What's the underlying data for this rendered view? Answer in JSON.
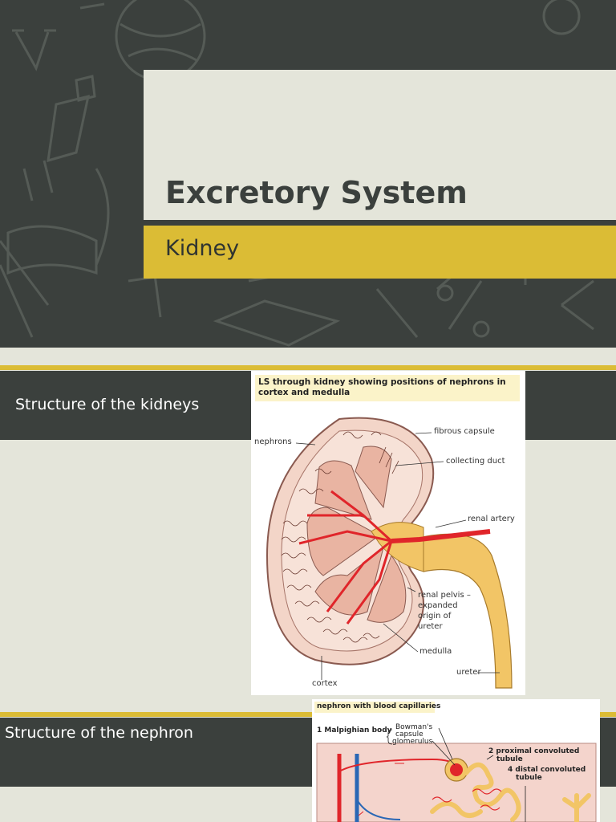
{
  "slide1": {
    "title": "Excretory System",
    "subtitle": "Kidney"
  },
  "slide2": {
    "heading": "Structure of the kidneys",
    "figure": {
      "caption": "LS through kidney showing positions of nephrons in cortex and medulla",
      "labels": {
        "nephrons": "nephrons",
        "fibrous_capsule": "fibrous capsule",
        "collecting_duct": "collecting duct",
        "renal_artery": "renal artery",
        "renal_pelvis_1": "renal pelvis –",
        "renal_pelvis_2": "expanded",
        "renal_pelvis_3": "origin of",
        "renal_pelvis_4": "ureter",
        "medulla": "medulla",
        "ureter": "ureter",
        "cortex": "cortex"
      }
    }
  },
  "slide3": {
    "heading": "Structure of the nephron",
    "figure": {
      "caption": "nephron with blood capillaries",
      "labels": {
        "malpighian": "1 Malpighian body",
        "bowmans_1": "Bowman's",
        "bowmans_2": "capsule",
        "glomerulus": "glomerulus",
        "proximal_1": "2 proximal convoluted",
        "proximal_2": "tubule",
        "distal_1": "4 distal convoluted",
        "distal_2": "tubule"
      }
    }
  },
  "colors": {
    "chalkboard": "#3b403d",
    "background": "#e4e5da",
    "accent_gold": "#dbbc35",
    "artery_red": "#e0252a",
    "vein_blue": "#2a67b5",
    "tubule_yellow": "#f2c566"
  }
}
